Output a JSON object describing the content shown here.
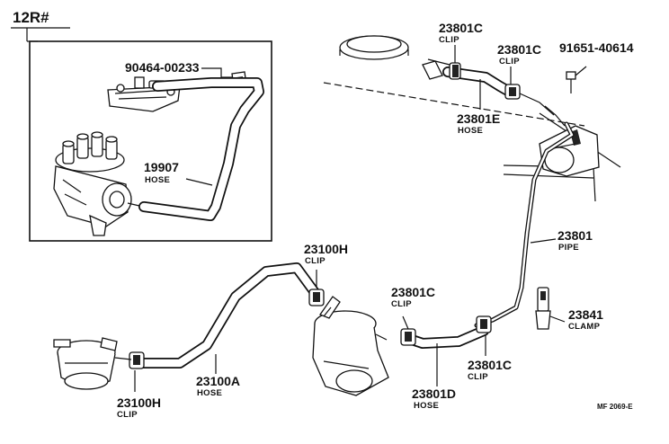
{
  "header": {
    "engine": "12R#"
  },
  "inset": {
    "parts": [
      {
        "number": "90464-00233",
        "name": ""
      },
      {
        "number": "19907",
        "name": "HOSE"
      }
    ]
  },
  "parts": [
    {
      "number": "23801C",
      "name": "CLIP"
    },
    {
      "number": "23801C",
      "name": "CLIP"
    },
    {
      "number": "91651-40614",
      "name": ""
    },
    {
      "number": "23801E",
      "name": "HOSE"
    },
    {
      "number": "23801",
      "name": "PIPE"
    },
    {
      "number": "23841",
      "name": "CLAMP"
    },
    {
      "number": "23100H",
      "name": "CLIP"
    },
    {
      "number": "23801C",
      "name": "CLIP"
    },
    {
      "number": "23801C",
      "name": "CLIP"
    },
    {
      "number": "23801D",
      "name": "HOSE"
    },
    {
      "number": "23100A",
      "name": "HOSE"
    },
    {
      "number": "23100H",
      "name": "CLIP"
    }
  ],
  "footer": {
    "ref": "MF 2069-E"
  }
}
